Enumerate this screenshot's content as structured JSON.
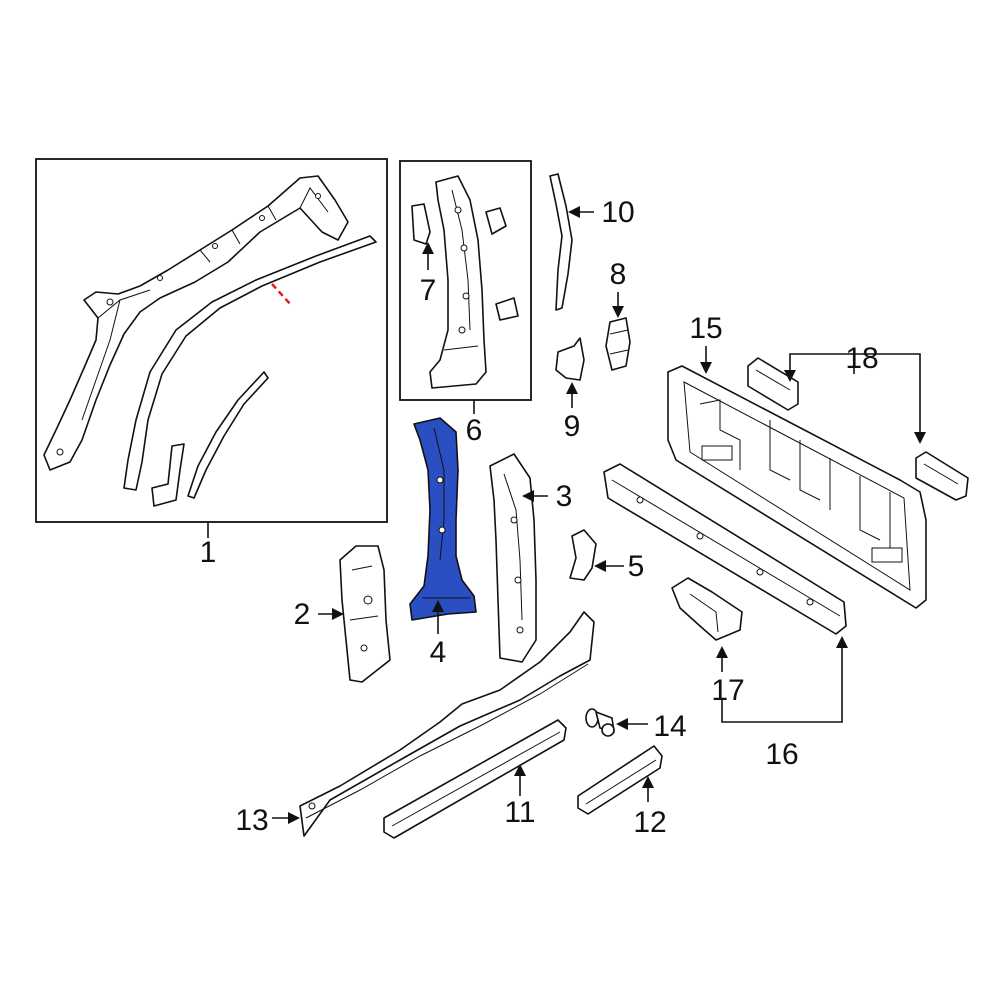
{
  "diagram": {
    "highlight_color": "#2a4fc2",
    "cut_line_color": "#e02020",
    "line_color": "#111111",
    "callouts": [
      {
        "id": "1",
        "label": "1"
      },
      {
        "id": "2",
        "label": "2"
      },
      {
        "id": "3",
        "label": "3"
      },
      {
        "id": "4",
        "label": "4",
        "highlighted": true
      },
      {
        "id": "5",
        "label": "5"
      },
      {
        "id": "6",
        "label": "6"
      },
      {
        "id": "7",
        "label": "7"
      },
      {
        "id": "8",
        "label": "8"
      },
      {
        "id": "9",
        "label": "9"
      },
      {
        "id": "10",
        "label": "10"
      },
      {
        "id": "11",
        "label": "11"
      },
      {
        "id": "12",
        "label": "12"
      },
      {
        "id": "13",
        "label": "13"
      },
      {
        "id": "14",
        "label": "14"
      },
      {
        "id": "15",
        "label": "15"
      },
      {
        "id": "16",
        "label": "16"
      },
      {
        "id": "17",
        "label": "17"
      },
      {
        "id": "18",
        "label": "18"
      }
    ]
  }
}
